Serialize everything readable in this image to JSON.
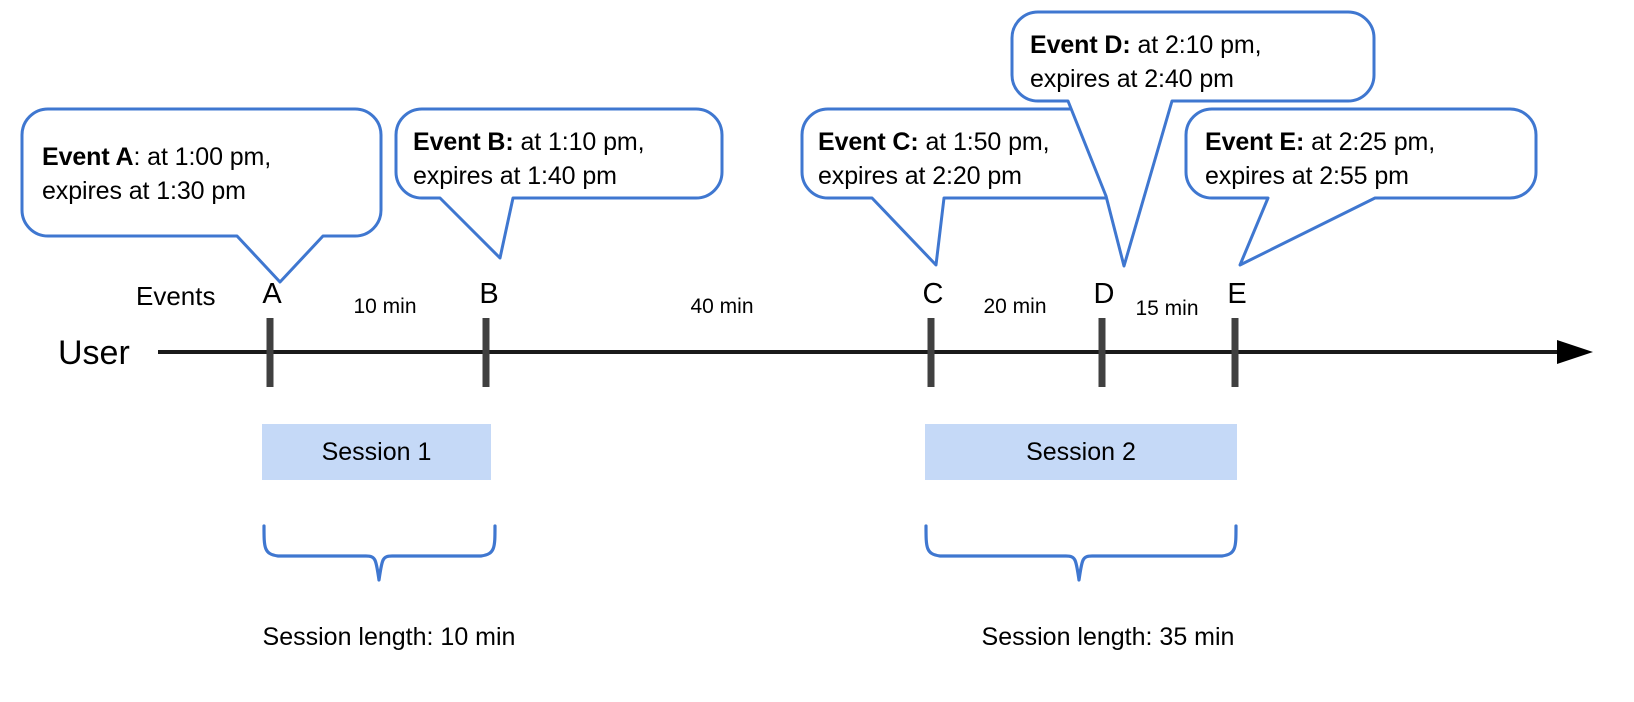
{
  "diagram": {
    "title": "User session timeline with event expiry callouts",
    "colors": {
      "callout_border": "#3f77d0",
      "brace": "#3f77d0",
      "session_fill": "#c5d9f7",
      "axis": "#1a1a1a",
      "marker": "#404040",
      "text": "#000000",
      "background": "#ffffff"
    }
  },
  "callouts": [
    {
      "id": "callout-event-a",
      "event": "Event A",
      "separator": ": ",
      "line1_rest": "at 1:00 pm,",
      "line2": "expires at 1:30 pm",
      "start_time": "1:00 pm",
      "expires_at": "1:30 pm"
    },
    {
      "id": "callout-event-b",
      "event": "Event B:",
      "separator": " ",
      "line1_rest": "at 1:10 pm,",
      "line2": "expires at 1:40 pm",
      "start_time": "1:10 pm",
      "expires_at": "1:40 pm"
    },
    {
      "id": "callout-event-c",
      "event": "Event C:",
      "separator": " ",
      "line1_rest": "at 1:50 pm,",
      "line2": "expires at 2:20 pm",
      "start_time": "1:50 pm",
      "expires_at": "2:20 pm"
    },
    {
      "id": "callout-event-d",
      "event": "Event D:",
      "separator": " ",
      "line1_rest": "at 2:10 pm,",
      "line2": "expires at 2:40 pm",
      "start_time": "2:10 pm",
      "expires_at": "2:40 pm"
    },
    {
      "id": "callout-event-e",
      "event": "Event E:",
      "separator": " ",
      "line1_rest": "at 2:25 pm,",
      "line2": "expires at 2:55 pm",
      "start_time": "2:25 pm",
      "expires_at": "2:55 pm"
    }
  ],
  "timeline": {
    "row_label": "User",
    "events_label": "Events",
    "markers": [
      {
        "label": "A"
      },
      {
        "label": "B"
      },
      {
        "label": "C"
      },
      {
        "label": "D"
      },
      {
        "label": "E"
      }
    ],
    "intervals": [
      {
        "label": "10 min",
        "from": "A",
        "to": "B"
      },
      {
        "label": "40 min",
        "from": "B",
        "to": "C"
      },
      {
        "label": "20 min",
        "from": "C",
        "to": "D"
      },
      {
        "label": "15 min",
        "from": "D",
        "to": "E"
      }
    ]
  },
  "sessions": [
    {
      "name": "Session 1",
      "length_label": "Session length: 10 min"
    },
    {
      "name": "Session 2",
      "length_label": "Session length: 35 min"
    }
  ]
}
